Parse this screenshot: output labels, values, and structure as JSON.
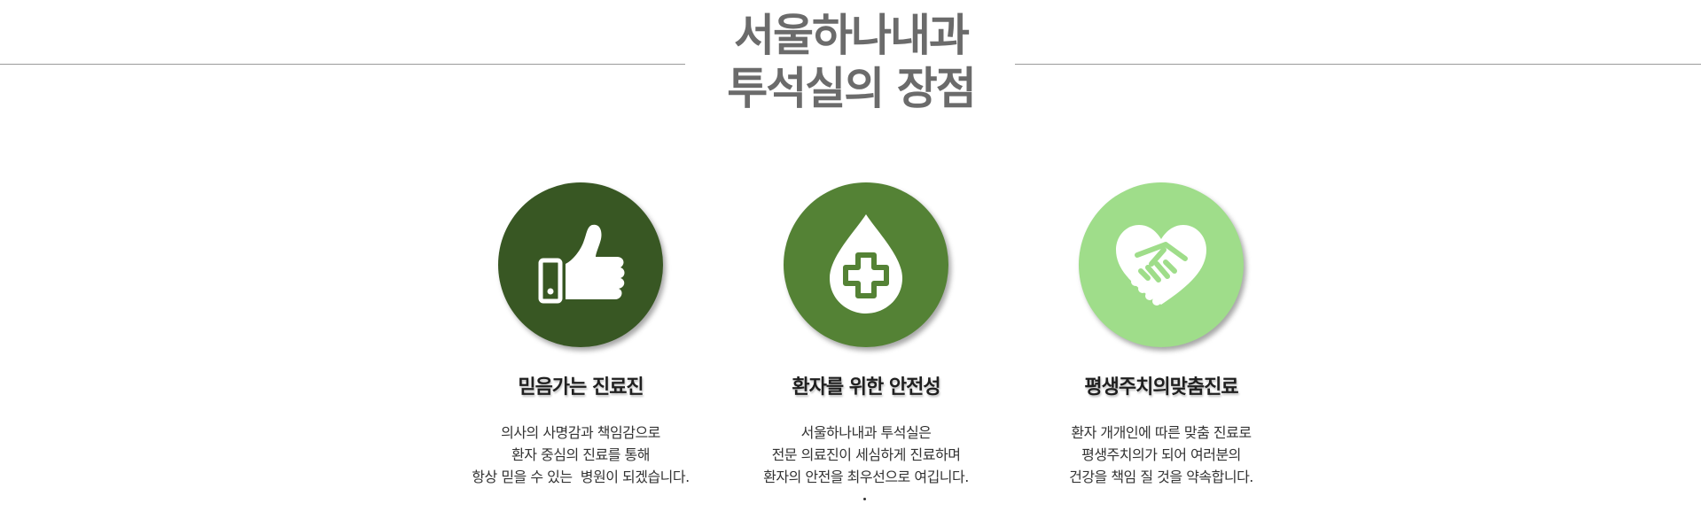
{
  "header": {
    "title_line1": "서울하나내과",
    "title_line2": "투석실의 장점"
  },
  "features": [
    {
      "title": "믿음가는 진료진",
      "icon": "thumbs-up-icon",
      "color": "#385723",
      "desc": [
        "의사의 사명감과 책임감으로",
        "환자 중심의 진료를 통해",
        "항상 믿을 수 있는  병원이 되겠습니다."
      ]
    },
    {
      "title": "환자를 위한 안전성",
      "icon": "medical-drop-icon",
      "color": "#548235",
      "desc": [
        "서울하나내과 투석실은",
        "전문 의료진이 세심하게 진료하며",
        "환자의 안전을 최우선으로 여깁니다."
      ]
    },
    {
      "title": "평생주치의맞춤진료",
      "icon": "heart-handshake-icon",
      "color": "#9fdd8a",
      "desc": [
        "환자 개개인에 따른 맞춤 진료로",
        "평생주치의가 되어 여러분의",
        "건강을 책임 질 것을 약속합니다."
      ]
    }
  ]
}
